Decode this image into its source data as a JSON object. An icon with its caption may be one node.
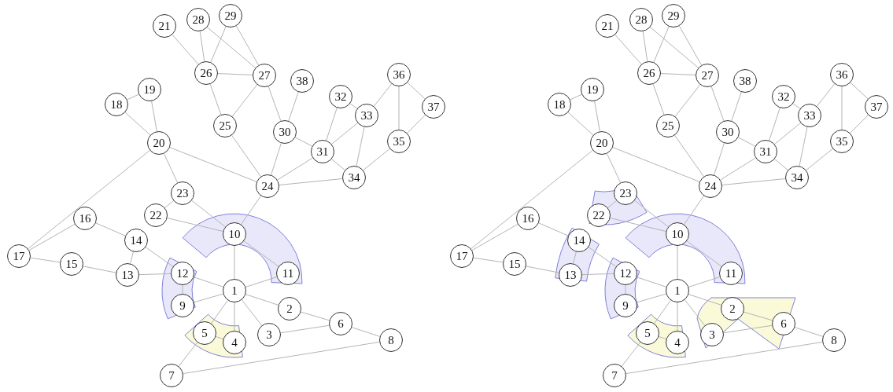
{
  "diagram": {
    "nodes": [
      {
        "text": [
          "1"
        ]
      },
      {
        "text": [
          "2"
        ]
      },
      {
        "text": [
          "3"
        ]
      },
      {
        "text": [
          "4"
        ]
      },
      {
        "text": [
          "5"
        ]
      },
      {
        "text": [
          "6"
        ]
      },
      {
        "text": [
          "7"
        ]
      },
      {
        "text": [
          "8"
        ]
      },
      {
        "text": [
          "9"
        ]
      },
      {
        "text": [
          "10"
        ]
      },
      {
        "text": [
          "11"
        ]
      },
      {
        "text": [
          "12"
        ]
      },
      {
        "text": [
          "13"
        ]
      },
      {
        "text": [
          "14"
        ]
      },
      {
        "text": [
          "15"
        ]
      },
      {
        "text": [
          "16"
        ]
      },
      {
        "text": [
          "17"
        ]
      },
      {
        "text": [
          "18"
        ]
      },
      {
        "text": [
          "19"
        ]
      },
      {
        "text": [
          "20"
        ]
      },
      {
        "text": [
          "21"
        ]
      },
      {
        "text": [
          "22"
        ]
      },
      {
        "text": [
          "23"
        ]
      },
      {
        "text": [
          "24"
        ]
      },
      {
        "text": [
          "25"
        ]
      },
      {
        "text": [
          "26"
        ]
      },
      {
        "text": [
          "27"
        ]
      },
      {
        "text": [
          "28"
        ]
      },
      {
        "text": [
          "29"
        ]
      },
      {
        "text": [
          "30"
        ]
      },
      {
        "text": [
          "31"
        ]
      },
      {
        "text": [
          "32"
        ]
      },
      {
        "text": [
          "33"
        ]
      },
      {
        "text": [
          "34"
        ]
      },
      {
        "text": [
          "35"
        ]
      },
      {
        "text": [
          "36"
        ]
      },
      {
        "text": [
          "37"
        ]
      },
      {
        "text": [
          "38"
        ]
      },
      {
        "text": [
          "1"
        ]
      },
      {
        "text": [
          "2"
        ]
      },
      {
        "text": [
          "3"
        ]
      },
      {
        "text": [
          "4"
        ]
      },
      {
        "text": [
          "5"
        ]
      },
      {
        "text": [
          "6"
        ]
      },
      {
        "text": [
          "7"
        ]
      },
      {
        "text": [
          "8"
        ]
      },
      {
        "text": [
          "9"
        ]
      },
      {
        "text": [
          "10"
        ]
      },
      {
        "text": [
          "11"
        ]
      },
      {
        "text": [
          "12"
        ]
      },
      {
        "text": [
          "13"
        ]
      },
      {
        "text": [
          "14"
        ]
      },
      {
        "text": [
          "15"
        ]
      },
      {
        "text": [
          "16"
        ]
      },
      {
        "text": [
          "17"
        ]
      },
      {
        "text": [
          "18"
        ]
      },
      {
        "text": [
          "19"
        ]
      },
      {
        "text": [
          "20"
        ]
      },
      {
        "text": [
          "21"
        ]
      },
      {
        "text": [
          "22"
        ]
      },
      {
        "text": [
          "23"
        ]
      },
      {
        "text": [
          "24"
        ]
      },
      {
        "text": [
          "25"
        ]
      },
      {
        "text": [
          "26"
        ]
      },
      {
        "text": [
          "27"
        ]
      },
      {
        "text": [
          "28"
        ]
      },
      {
        "text": [
          "29"
        ]
      },
      {
        "text": [
          "30"
        ]
      },
      {
        "text": [
          "31"
        ]
      },
      {
        "text": [
          "32"
        ]
      },
      {
        "text": [
          "33"
        ]
      },
      {
        "text": [
          "34"
        ]
      },
      {
        "text": [
          "35"
        ]
      },
      {
        "text": [
          "36"
        ]
      },
      {
        "text": [
          "37"
        ]
      },
      {
        "text": [
          "38"
        ]
      }
    ],
    "edges": [
      {
        "from": 0,
        "to": 1,
        "arrow": "none"
      },
      {
        "from": 0,
        "to": 2,
        "arrow": "none"
      },
      {
        "from": 0,
        "to": 3,
        "arrow": "none"
      },
      {
        "from": 0,
        "to": 4,
        "arrow": "none"
      },
      {
        "from": 0,
        "to": 8,
        "arrow": "none"
      },
      {
        "from": 0,
        "to": 9,
        "arrow": "none"
      },
      {
        "from": 0,
        "to": 10,
        "arrow": "none"
      },
      {
        "from": 0,
        "to": 11,
        "arrow": "none"
      },
      {
        "from": 1,
        "to": 5,
        "arrow": "none"
      },
      {
        "from": 2,
        "to": 5,
        "arrow": "none"
      },
      {
        "from": 5,
        "to": 7,
        "arrow": "none"
      },
      {
        "from": 6,
        "to": 7,
        "arrow": "none"
      },
      {
        "from": 4,
        "to": 6,
        "arrow": "none"
      },
      {
        "from": 3,
        "to": 4,
        "arrow": "none"
      },
      {
        "from": 8,
        "to": 11,
        "arrow": "none"
      },
      {
        "from": 11,
        "to": 12,
        "arrow": "none"
      },
      {
        "from": 11,
        "to": 13,
        "arrow": "none"
      },
      {
        "from": 12,
        "to": 13,
        "arrow": "none"
      },
      {
        "from": 12,
        "to": 14,
        "arrow": "none"
      },
      {
        "from": 14,
        "to": 16,
        "arrow": "none"
      },
      {
        "from": 15,
        "to": 16,
        "arrow": "none"
      },
      {
        "from": 16,
        "to": 19,
        "arrow": "none"
      },
      {
        "from": 13,
        "to": 15,
        "arrow": "none"
      },
      {
        "from": 9,
        "to": 10,
        "arrow": "none"
      },
      {
        "from": 9,
        "to": 21,
        "arrow": "none"
      },
      {
        "from": 9,
        "to": 22,
        "arrow": "none"
      },
      {
        "from": 9,
        "to": 23,
        "arrow": "none"
      },
      {
        "from": 21,
        "to": 22,
        "arrow": "none"
      },
      {
        "from": 19,
        "to": 22,
        "arrow": "none"
      },
      {
        "from": 19,
        "to": 23,
        "arrow": "none"
      },
      {
        "from": 17,
        "to": 18,
        "arrow": "none"
      },
      {
        "from": 17,
        "to": 19,
        "arrow": "none"
      },
      {
        "from": 18,
        "to": 19,
        "arrow": "none"
      },
      {
        "from": 20,
        "to": 25,
        "arrow": "none"
      },
      {
        "from": 25,
        "to": 27,
        "arrow": "none"
      },
      {
        "from": 25,
        "to": 28,
        "arrow": "none"
      },
      {
        "from": 26,
        "to": 27,
        "arrow": "none"
      },
      {
        "from": 26,
        "to": 28,
        "arrow": "none"
      },
      {
        "from": 25,
        "to": 26,
        "arrow": "none"
      },
      {
        "from": 24,
        "to": 25,
        "arrow": "none"
      },
      {
        "from": 24,
        "to": 26,
        "arrow": "none"
      },
      {
        "from": 23,
        "to": 24,
        "arrow": "none"
      },
      {
        "from": 26,
        "to": 29,
        "arrow": "none"
      },
      {
        "from": 29,
        "to": 37,
        "arrow": "none"
      },
      {
        "from": 23,
        "to": 29,
        "arrow": "none"
      },
      {
        "from": 29,
        "to": 30,
        "arrow": "none"
      },
      {
        "from": 23,
        "to": 30,
        "arrow": "none"
      },
      {
        "from": 30,
        "to": 31,
        "arrow": "none"
      },
      {
        "from": 30,
        "to": 32,
        "arrow": "none"
      },
      {
        "from": 31,
        "to": 32,
        "arrow": "none"
      },
      {
        "from": 30,
        "to": 33,
        "arrow": "none"
      },
      {
        "from": 32,
        "to": 33,
        "arrow": "none"
      },
      {
        "from": 23,
        "to": 33,
        "arrow": "none"
      },
      {
        "from": 33,
        "to": 34,
        "arrow": "none"
      },
      {
        "from": 34,
        "to": 35,
        "arrow": "none"
      },
      {
        "from": 34,
        "to": 36,
        "arrow": "none"
      },
      {
        "from": 35,
        "to": 36,
        "arrow": "none"
      },
      {
        "from": 32,
        "to": 35,
        "arrow": "none"
      },
      {
        "from": 38,
        "to": 39,
        "arrow": "none"
      },
      {
        "from": 38,
        "to": 40,
        "arrow": "none"
      },
      {
        "from": 38,
        "to": 41,
        "arrow": "none"
      },
      {
        "from": 38,
        "to": 42,
        "arrow": "none"
      },
      {
        "from": 38,
        "to": 46,
        "arrow": "none"
      },
      {
        "from": 38,
        "to": 47,
        "arrow": "none"
      },
      {
        "from": 38,
        "to": 48,
        "arrow": "none"
      },
      {
        "from": 38,
        "to": 49,
        "arrow": "none"
      },
      {
        "from": 39,
        "to": 43,
        "arrow": "none"
      },
      {
        "from": 40,
        "to": 43,
        "arrow": "none"
      },
      {
        "from": 43,
        "to": 45,
        "arrow": "none"
      },
      {
        "from": 44,
        "to": 45,
        "arrow": "none"
      },
      {
        "from": 42,
        "to": 44,
        "arrow": "none"
      },
      {
        "from": 41,
        "to": 42,
        "arrow": "none"
      },
      {
        "from": 46,
        "to": 49,
        "arrow": "none"
      },
      {
        "from": 49,
        "to": 50,
        "arrow": "none"
      },
      {
        "from": 49,
        "to": 51,
        "arrow": "none"
      },
      {
        "from": 50,
        "to": 51,
        "arrow": "none"
      },
      {
        "from": 50,
        "to": 52,
        "arrow": "none"
      },
      {
        "from": 52,
        "to": 54,
        "arrow": "none"
      },
      {
        "from": 53,
        "to": 54,
        "arrow": "none"
      },
      {
        "from": 54,
        "to": 57,
        "arrow": "none"
      },
      {
        "from": 51,
        "to": 53,
        "arrow": "none"
      },
      {
        "from": 47,
        "to": 48,
        "arrow": "none"
      },
      {
        "from": 47,
        "to": 59,
        "arrow": "none"
      },
      {
        "from": 47,
        "to": 60,
        "arrow": "none"
      },
      {
        "from": 47,
        "to": 61,
        "arrow": "none"
      },
      {
        "from": 59,
        "to": 60,
        "arrow": "none"
      },
      {
        "from": 57,
        "to": 60,
        "arrow": "none"
      },
      {
        "from": 57,
        "to": 61,
        "arrow": "none"
      },
      {
        "from": 55,
        "to": 56,
        "arrow": "none"
      },
      {
        "from": 55,
        "to": 57,
        "arrow": "none"
      },
      {
        "from": 56,
        "to": 57,
        "arrow": "none"
      },
      {
        "from": 58,
        "to": 63,
        "arrow": "none"
      },
      {
        "from": 63,
        "to": 65,
        "arrow": "none"
      },
      {
        "from": 63,
        "to": 66,
        "arrow": "none"
      },
      {
        "from": 64,
        "to": 65,
        "arrow": "none"
      },
      {
        "from": 64,
        "to": 66,
        "arrow": "none"
      },
      {
        "from": 63,
        "to": 64,
        "arrow": "none"
      },
      {
        "from": 62,
        "to": 63,
        "arrow": "none"
      },
      {
        "from": 62,
        "to": 64,
        "arrow": "none"
      },
      {
        "from": 61,
        "to": 62,
        "arrow": "none"
      },
      {
        "from": 64,
        "to": 67,
        "arrow": "none"
      },
      {
        "from": 67,
        "to": 75,
        "arrow": "none"
      },
      {
        "from": 61,
        "to": 67,
        "arrow": "none"
      },
      {
        "from": 67,
        "to": 68,
        "arrow": "none"
      },
      {
        "from": 61,
        "to": 68,
        "arrow": "none"
      },
      {
        "from": 68,
        "to": 69,
        "arrow": "none"
      },
      {
        "from": 68,
        "to": 70,
        "arrow": "none"
      },
      {
        "from": 69,
        "to": 70,
        "arrow": "none"
      },
      {
        "from": 68,
        "to": 71,
        "arrow": "none"
      },
      {
        "from": 70,
        "to": 71,
        "arrow": "none"
      },
      {
        "from": 61,
        "to": 71,
        "arrow": "none"
      },
      {
        "from": 71,
        "to": 72,
        "arrow": "none"
      },
      {
        "from": 72,
        "to": 73,
        "arrow": "none"
      },
      {
        "from": 72,
        "to": 74,
        "arrow": "none"
      },
      {
        "from": 73,
        "to": 74,
        "arrow": "none"
      },
      {
        "from": 70,
        "to": 73,
        "arrow": "none"
      }
    ]
  }
}
